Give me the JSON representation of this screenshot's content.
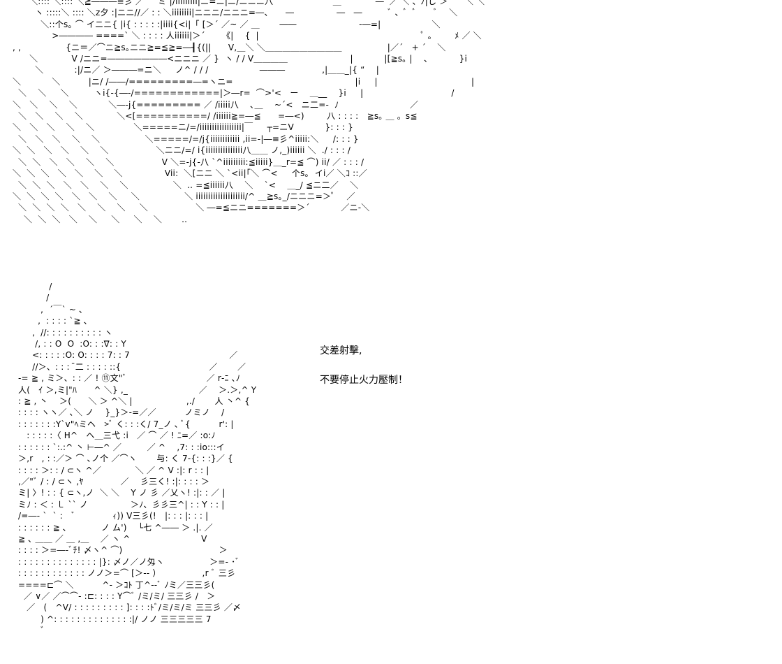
{
  "art_top": [
    "      ＼:::: ＼:::: ＼≧―――≡彡 ／　  ミ |/iiiiiiiii|ニ=ニ|ニ/ニニニ八　　　　　　　＿　　　　―  ／ ＼ 、ﾉ|し ＞　　＼ ＼",
    "        ヽ :::::＼ :::: ＼z夕 :|ニニ//／ : : ＼iiiiiiii|ニニニ/ニニニ=―、　　―　　　　　―　―　　　ﾞ 、ﾞ  ﾞ　　ﾞ　 ＼",
    "          ＼::个s｡ ⌒ イニニ{ |i{ : : : : :|iiii{<i|「 [＞´ ／~ ／ ＿ 　　――　　　　　　　 -―=|　　　　　　＼",
    "              >―――― ====` ＼ : : : : 人iiiiii|＞´　   《|　 {  |　　　　　　　　　　　　　　　　　　　ﾟ 。　　  ﾒ ／ ＼",
    ", ,                {ニ＝／⌒ニ≧s｡ニニ≧=≦≧=―┨{(||　　V,＿＼ ＼＿＿＿＿＿＿＿＿＿　　　 　　|／´　+ ´ 　＼",
    "      ＼            V /ニニ=―――――――<ニニニ ／ }  ヽ / / V＿＿＿＿　　　　　　　 |　　　  |[≧s｡ |　 、　　　  }i",
    "        ＼           :|/ニ／ ＞―――=ニ＼　  ノ^ / / /　　　　　　―――　　　　 ,|＿＿_|{ “　 |",
    "＼           ＼          |ニ/ /――/=========―=ヽニ=　　　　　　　　　　　　　　 |i 　 |　　　　　　　　　　　|",
    "  ＼    ＼     ＼         ヽi{-{―-/============|＞―r=  ⌒>'<　ー　 ＿__ 　}i　  |　　　　　　　　　　 /",
    "＼   ＼    ＼    ＼           ＼―-j{========= ／ /iiiii八　 ､＿　 ~´<　ニ二=-  ﾉ　　　　　　　　 ／",
    "  ＼   ＼    ＼    ＼            ＼<[==========/ /iiiiii≧=―≦　　=―<)　　  八 : : : :　≧s｡ ＿ 。s≦",
    "＼   ＼   ＼    ＼    ＼              ＼=====ニ/=/iiiiiiiiiiiiiiiii|￣ 　 ┬=ニV　　　  }: : : }",
    "  ＼   ＼   ＼    ＼    ＼                ＼=====/=/j{iiiiiiiiiiii ,ii=-|―≡彡^iiiii:＼ 　 /: : : }",
    "＼  ＼   ＼   ＼    ＼    ＼                 ＼ニニ/=/ i{iiiiiiiiiiiiiii八＿＿ ノ,_)iiiiii ＼  ./ : : : /",
    "  ＼  ＼   ＼   ＼    ＼    ＼                 V ＼=-j{-八 `^iiiiiiiii:≦iiiii}＿_r=≦ ⌒) ii/ ／ : : : /",
    "＼  ＼  ＼   ＼   ＼    ＼    ＼               Vii:  ＼[ニニ ＼ `<ii|｢＼ ⌒<　  个s｡  イi／ ＼ｺ ::／",
    "  ＼  ＼  ＼   ＼   ＼    ＼    ＼                ＼  .. =≦iiiiii八　 ＼　 `<　 ＿_/ ≦ニ二／　 ＼",
    "＼  ＼  ＼  ＼   ＼   ＼    ＼     ＼                ＼ iiiiiiiiiiiiiiiiiiii/^ ＿≧s｡_/ニニニ=＞ﾟ　 ／",
    "  ＼  ＼  ＼  ＼   ＼    ＼    ＼     ＼                 ＼ ―=≦ニニ=======＞´　　　  ／ニ-＼",
    "    ＼  ＼  ＼   ＼    ＼     ＼     ＼    ＼       ..  "
  ],
  "art_bottom": [
    "             /",
    "            /",
    "          ,  ´￣` ~ ､",
    "         ,  : : : : `≧ 、",
    "       ,  //: : : : : : : : : : ヽ",
    "        /, : : O  O  :O: : :∇: : Y",
    "       <: : : : :O: O: : : : 7: : 7　　　　　　　　　　　  ／",
    "       //＞、: : :  ̄二 : : : : ::{　　　　　　　　　　 ／　　 ／",
    "  -= ≧ , ミ＞、: : ／ ! ⑪文\"ﾞ　　　　　　　　　 ／ r‐ﾆ ､ﾉ",
    "  人(　ｲ ＞,ミ|\"ﾊ　　^ ＼} ,_　　　　　　　　 ／　 ＞.＞,^ Y",
    "  : ≧ , 丶　 ＞(　　＼ ＞ ^＼ |　　　　　　 ,./　　 人 丶^ {",
    "  : : : : ヽヽ／ ､＼ ノ　 }_}＞-=／／　　　 ノミノ　 /",
    "  : : : : : : :Y`v\"ﾍミヘ　>ﾞ く: : :く/ 7_ノ ､ ﾞ{　　　 r': |",
    "  　: : : : :〈 H^　ヘ＿三弋 :i　／ ⌒ ／ ! ﾆ=／ :o:ﾉ",
    "  : : : : : : `:.:^ 丶 ⊢―^ ／　　　／ ^　 ,7: : :io:::イ",
    "  ＞,r　, : :／＞ ⌒ ､ノ个 ／⌒ヽ　　 与: く 7-{: : :}／ {",
    "  : : : : ＞: : / ⊂ヽ ^／　　　　＼ ／ ^ V :|: r : : |",
    "  ,／\"ﾞ / : / ⊂ヽ ,ﾔ　　　　 ／　 彡三く! :|: : : : ＞",
    "  ミ| 〉! : : { ⊂ヽ,ノ  ＼ ＼　 Y ノ 彡 ／乂ヽ! :|: : ／ |",
    "  ミﾉ : ＜ : ㇄ `` ノ　　　　　＞ﾉ、彡彡三^| : : Y : : |",
    "  /=―‐ `  ` :　ﾞ　　　　 ｨ)) V三彡(!　|: : : |: : : |",
    "  : : : : : : ≧ ､　　　　ノ ム')　 └七 ^―― ＞ .|. ／",
    "  ≧ ､ ＿＿ ／ ＿ ,＿　 ／ ヽ ^　　　　　　　　 V",
    "  : : : : ＞=―‐ﾞﾁ! 〆ヽ^ ⌒)　　　　　　　　　　　 ＞",
    "  : : : : : : : : : : : : : : |}: 〆ノ／ノ匁ヽ　　　　　 ＞=- ･ﾞ",
    "  : : : : : : : : : : : : ノノ＞=⌒ [＞-‐ ）　　　　　 ,r ﾞ 三彡",
    "  ====⊏⌒ ＼　　　 ^‐ ＞ｺﾄ 丁^‐-ﾞ ﾉミ／三三彡(",
    "    ／ ∨／ ／⌒⌒‐ :⊏: : : : Y⌒ﾞ /ミ/ミ/ 三三彡 /　＞",
    "     ／　(　^V/ : : : : : : : : : ]: : : :ﾄﾞ/ミ/ミ/ミ 三三彡 ／〆",
    "          ) ^: : : : : : : : : : : : : :|/ ノノ 三三三三三 7",
    "          ﾞ"
  ],
  "dialogue": {
    "line1": "交差射擊,",
    "line2": "不要停止火力壓制！"
  }
}
